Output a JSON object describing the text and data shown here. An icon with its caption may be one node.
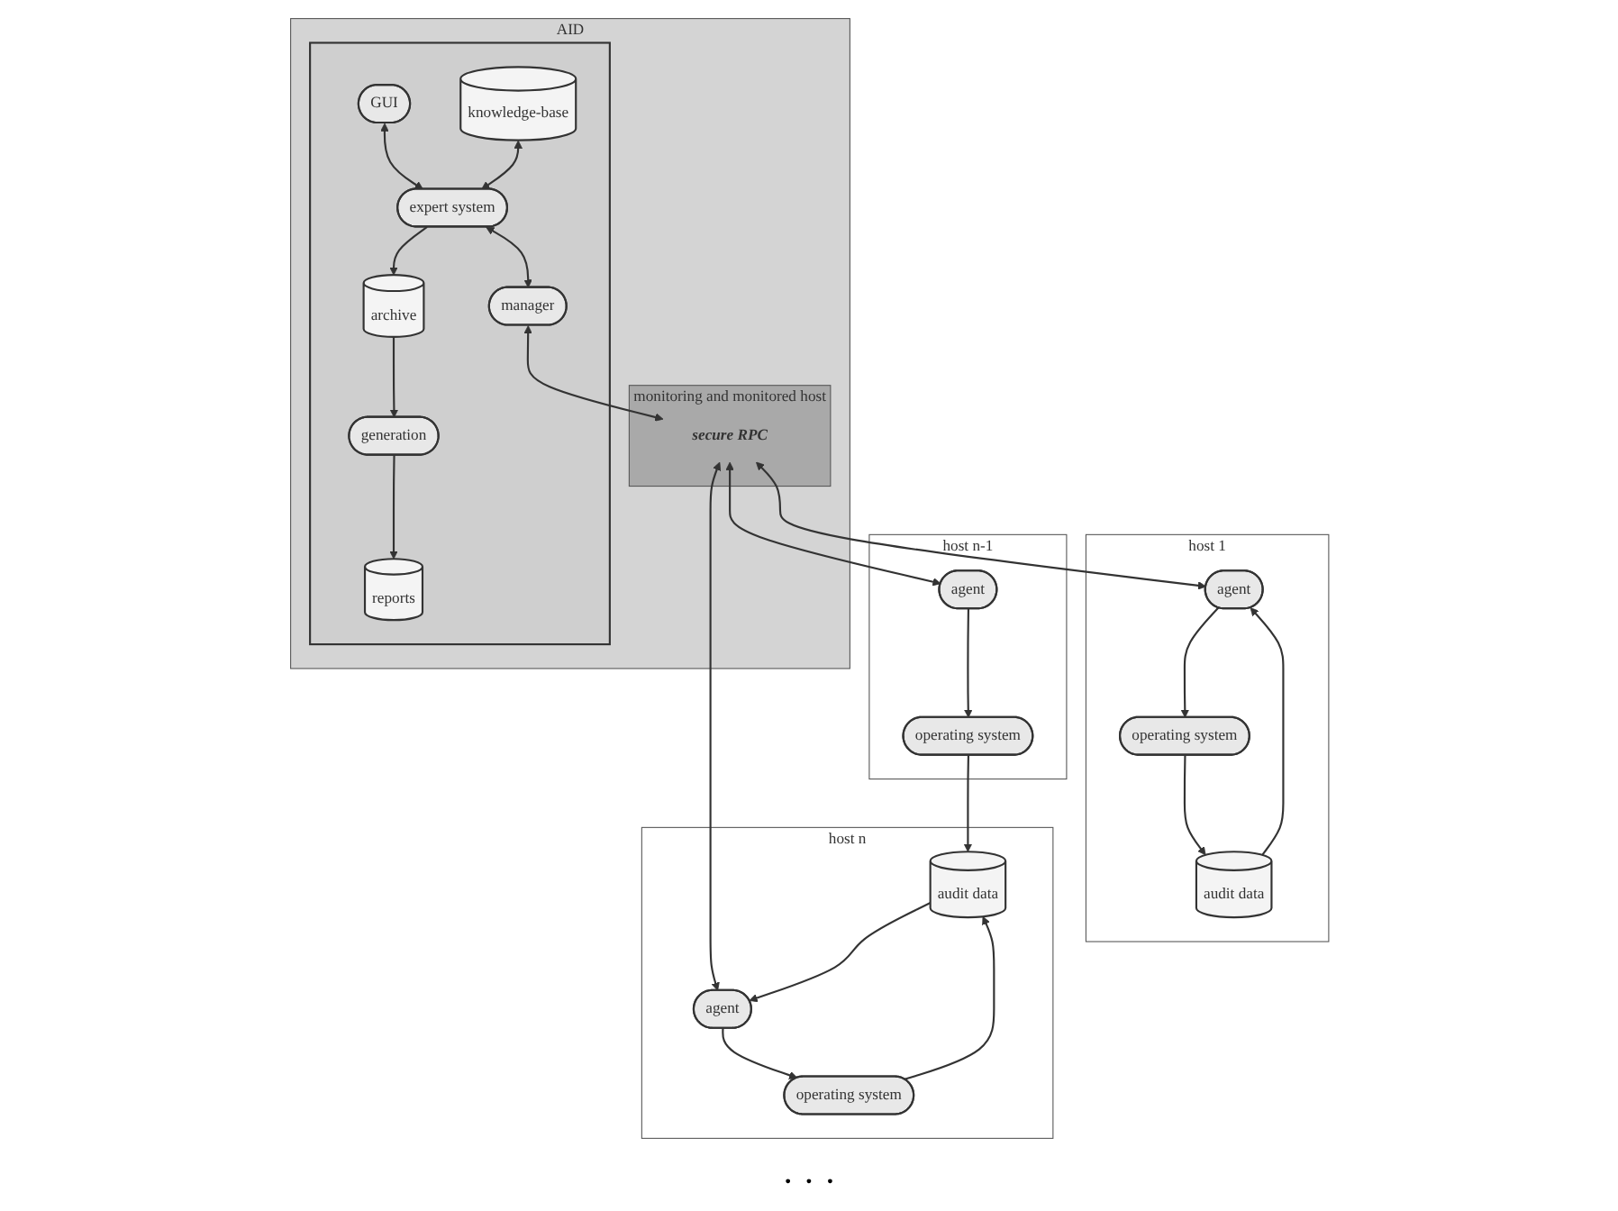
{
  "diagram": {
    "nodes": [
      {
        "text": [
          "AID"
        ]
      },
      {
        "text": [],
        "shape": "box",
        "in": 0
      },
      {
        "text": [
          "GUI"
        ],
        "in": 1
      },
      {
        "text": [
          "generation"
        ],
        "in": 1
      },
      {
        "text": [
          "knowledge-base"
        ],
        "in": 1
      },
      {
        "text": [
          "expert system"
        ],
        "in": 1
      },
      {
        "text": [
          "archive"
        ],
        "in": 1
      },
      {
        "text": [
          "reports"
        ],
        "in": 1
      },
      {
        "text": [
          "manager"
        ],
        "in": 1
      },
      {
        "text": [
          "monitoring and monitored host"
        ],
        "in": 0
      },
      {
        "text": [
          "secure RPC"
        ],
        "in": 9
      },
      {
        "text": [
          "host 1"
        ]
      },
      {
        "text": [
          "agent"
        ],
        "in": 11
      },
      {
        "text": [
          "audit data"
        ],
        "in": 11
      },
      {
        "text": [
          "operating system"
        ],
        "in": 11
      },
      {
        "text": [
          "host n-1"
        ]
      },
      {
        "text": [
          "agent"
        ],
        "in": 15
      },
      {
        "text": [
          "operating system"
        ],
        "in": 15
      },
      {
        "text": [
          "host n"
        ]
      },
      {
        "text": [
          "agent"
        ],
        "in": 18
      },
      {
        "text": [
          "audit data"
        ],
        "in": 18
      },
      {
        "text": [
          "operating system"
        ],
        "in": 18
      }
    ],
    "edges": [
      {
        "from": 2,
        "to": 5,
        "arrow": "both"
      },
      {
        "from": 4,
        "to": 5,
        "arrow": "both"
      },
      {
        "from": 5,
        "to": 6,
        "arrow": "to"
      },
      {
        "from": 6,
        "to": 3,
        "arrow": "to"
      },
      {
        "from": 3,
        "to": 7,
        "arrow": "to"
      },
      {
        "from": 5,
        "to": 8,
        "arrow": "both"
      },
      {
        "from": 8,
        "to": 10,
        "arrow": "both"
      },
      {
        "from": 10,
        "to": 12,
        "arrow": "both"
      },
      {
        "from": 10,
        "to": 16,
        "arrow": "both"
      },
      {
        "from": 10,
        "to": 19,
        "arrow": "both"
      },
      {
        "from": 13,
        "to": 12,
        "arrow": "to"
      },
      {
        "from": 12,
        "to": 14,
        "arrow": "to"
      },
      {
        "from": 14,
        "to": 13,
        "arrow": "to"
      },
      {
        "from": 16,
        "to": 17,
        "arrow": "to"
      },
      {
        "from": 17,
        "to": 20,
        "arrow": "to"
      },
      {
        "from": 19,
        "to": 21,
        "arrow": "to"
      },
      {
        "from": 20,
        "to": 19,
        "arrow": "to"
      },
      {
        "from": 21,
        "to": 20,
        "arrow": "to"
      }
    ],
    "labels": [
      "· · ·"
    ]
  }
}
